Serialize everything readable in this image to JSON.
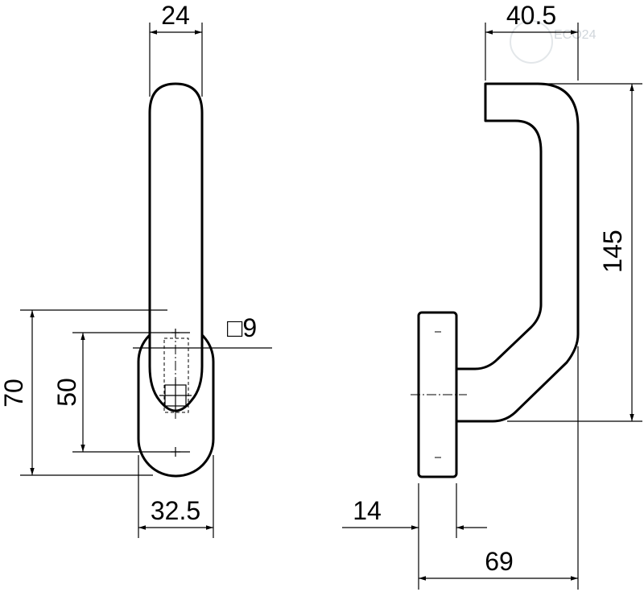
{
  "dimensions": {
    "front_width": "24",
    "rose_width": "32.5",
    "rose_height": "70",
    "hole_spacing": "50",
    "spindle": "□9",
    "side_depth": "40.5",
    "side_height": "145",
    "side_total": "69",
    "side_rose_thickness": "14"
  },
  "watermark": {
    "label": "ECO24"
  },
  "colors": {
    "line": "#000000",
    "background": "#ffffff",
    "watermark": "#d0d6db"
  }
}
